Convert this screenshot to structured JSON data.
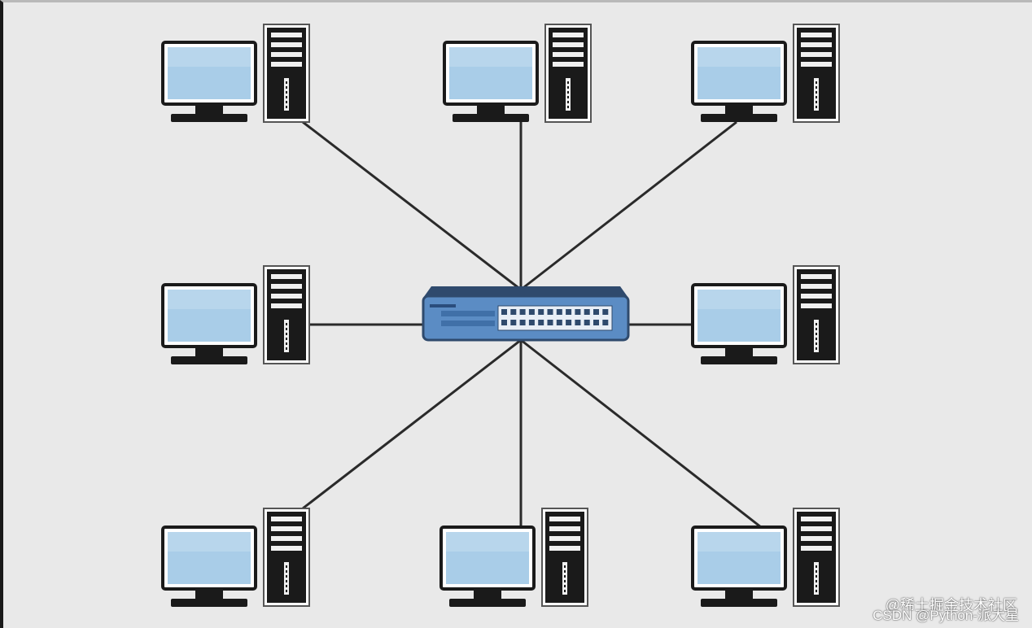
{
  "topology": {
    "hub": {
      "name": "network-switch",
      "ports_per_row": 12,
      "rows": 2
    },
    "nodes": [
      {
        "id": "pc-top-left"
      },
      {
        "id": "pc-top-center"
      },
      {
        "id": "pc-top-right"
      },
      {
        "id": "pc-middle-left"
      },
      {
        "id": "pc-middle-right"
      },
      {
        "id": "pc-bottom-left"
      },
      {
        "id": "pc-bottom-center"
      },
      {
        "id": "pc-bottom-right"
      }
    ]
  },
  "colors": {
    "background": "#e9e9e9",
    "screen": "#a9cde8",
    "outline": "#1a1a1a",
    "cable": "#2a2a2a",
    "switch_body": "#5b8cc4",
    "switch_dark": "#2f4a6d"
  },
  "watermarks": {
    "line1": "@稀土掘金技术社区",
    "line2": "CSDN @Python-派大星"
  }
}
